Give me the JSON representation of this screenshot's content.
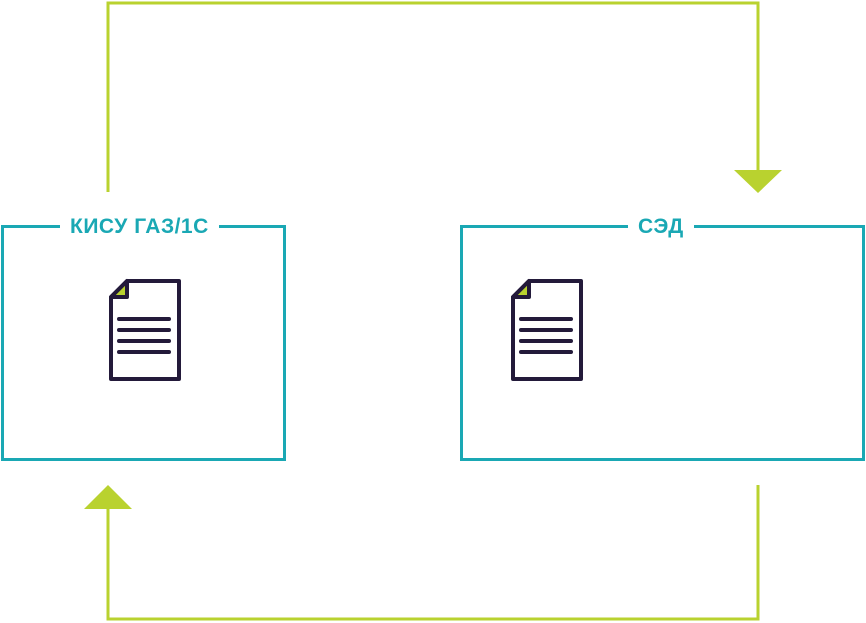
{
  "diagram": {
    "nodes": [
      {
        "id": "left",
        "label": "КИСУ ГАЗ/1С",
        "icon": "document-icon"
      },
      {
        "id": "right",
        "label": "СЭД",
        "icon": "document-icon"
      }
    ],
    "edges": [
      {
        "from": "left",
        "to": "right",
        "route": "top"
      },
      {
        "from": "right",
        "to": "left",
        "route": "bottom"
      }
    ],
    "colors": {
      "box_border": "#1aa8b4",
      "label_text": "#1aa8b4",
      "arrow": "#b9d22f",
      "icon_stroke": "#231a3a",
      "icon_corner": "#b9d22f"
    }
  }
}
